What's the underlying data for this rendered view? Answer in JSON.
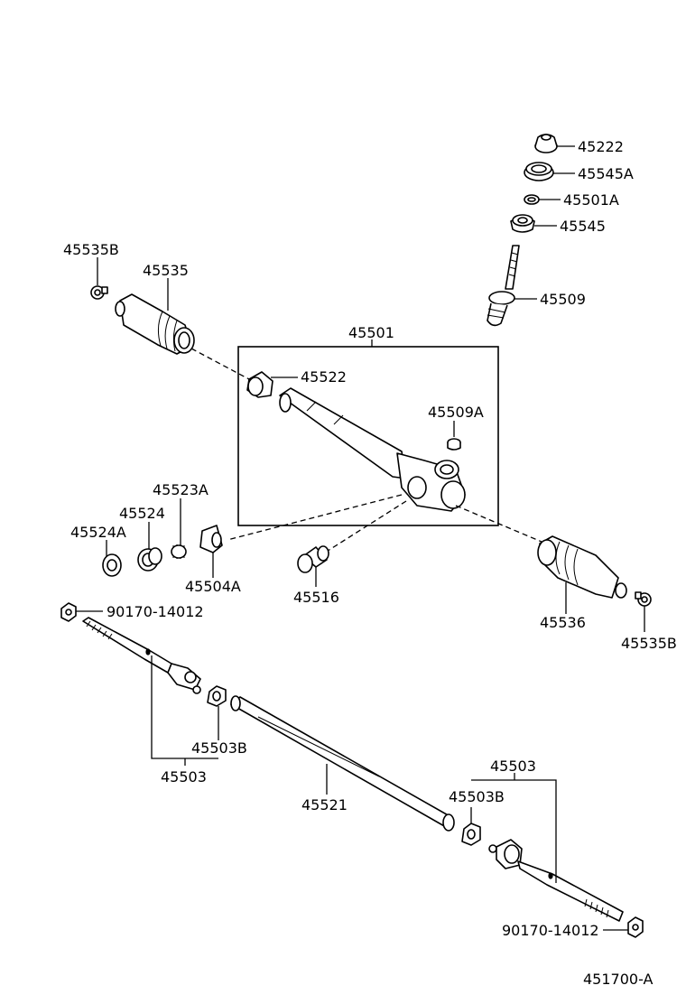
{
  "diagram_id": "451700-A",
  "parts": {
    "p45222": "45222",
    "p45545A": "45545A",
    "p45501A": "45501A",
    "p45545": "45545",
    "p45509": "45509",
    "p45535B_top": "45535B",
    "p45535": "45535",
    "p45501": "45501",
    "p45522": "45522",
    "p45509A": "45509A",
    "p45523A": "45523A",
    "p45524": "45524",
    "p45524A": "45524A",
    "p45504A": "45504A",
    "p45516": "45516",
    "p45536": "45536",
    "p45535B_right": "45535B",
    "p90170_left": "90170-14012",
    "p45503B_left": "45503B",
    "p45503_left": "45503",
    "p45521": "45521",
    "p45503_right": "45503",
    "p45503B_right": "45503B",
    "p90170_right": "90170-14012"
  }
}
